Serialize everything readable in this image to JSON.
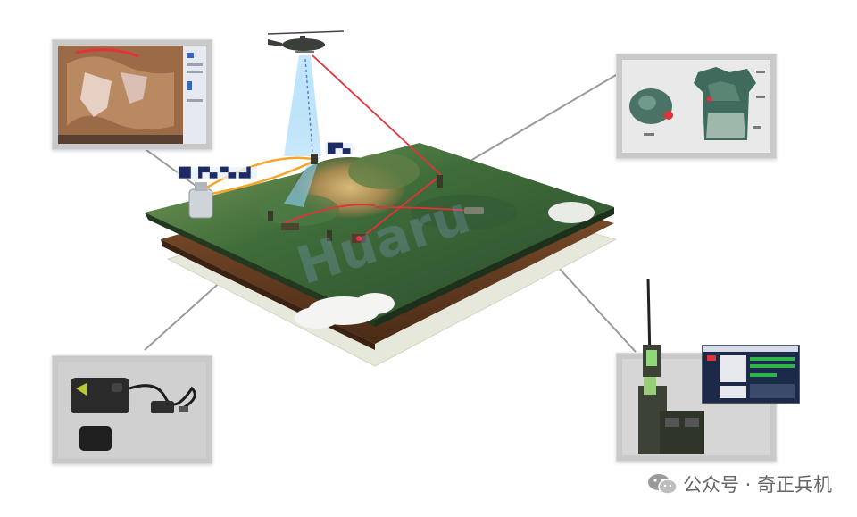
{
  "labels": {
    "left_node": "█▌▐▀▄ ▀▄ ▄▌",
    "sky_node": "█▀▄"
  },
  "watermark": {
    "text": "公众号 · 奇正兵机",
    "icon": "wechat-icon"
  },
  "colors": {
    "terrain": "#3d6b3a",
    "soil": "#6a3f22",
    "beam_red": "#e2323a",
    "link_orange": "#f5a628",
    "beam_blue": "#8fd0f5",
    "panel_frame": "#c9c9c9"
  },
  "panels": [
    {
      "id": "satellite-imagery-panel",
      "icon": "map-image"
    },
    {
      "id": "vest-sensor-panel",
      "icon": "vest-image"
    },
    {
      "id": "laser-sight-panel",
      "icon": "device-image"
    },
    {
      "id": "radio-terminal-panel",
      "icon": "radio-image"
    }
  ]
}
